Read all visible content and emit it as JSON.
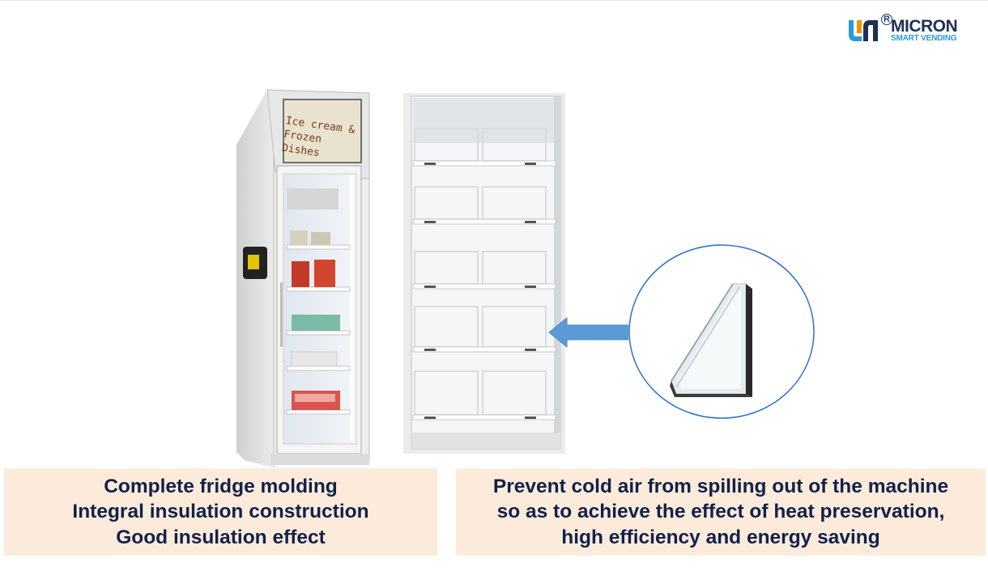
{
  "logo": {
    "registered_mark": "R",
    "name": "MICRON",
    "tagline": "SMART VENDING",
    "colors": {
      "navy": "#1f2f56",
      "blue": "#2b9ad8",
      "orange": "#f39200"
    }
  },
  "machine_screen": {
    "line1": "Ice cream &",
    "line2": "Frozen Dishes"
  },
  "captions": {
    "left": [
      "Complete fridge molding",
      "Integral insulation construction",
      "Good insulation effect"
    ],
    "right": [
      "Prevent cold air from spilling out of the machine",
      "so as to achieve the effect of heat preservation,",
      "high efficiency and energy saving"
    ]
  },
  "colors": {
    "caption_bg": "#fcebdb",
    "caption_text": "#12214a",
    "arrow": "#5b9bd5",
    "circle_border": "#2e6fd0"
  }
}
